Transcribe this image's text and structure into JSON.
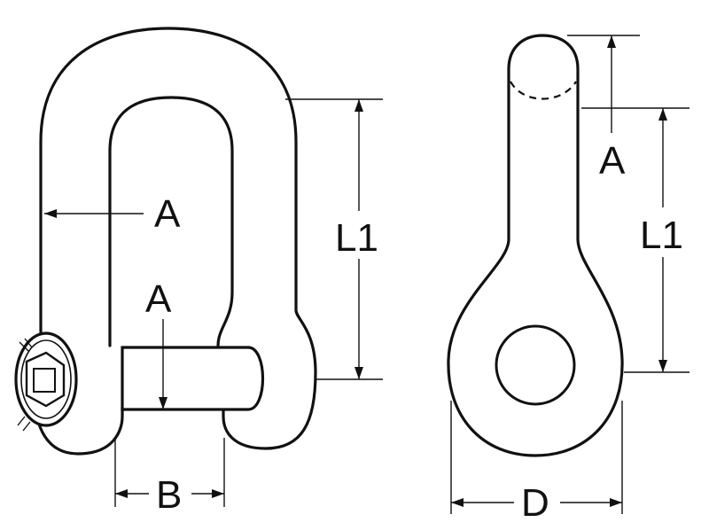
{
  "diagram": {
    "left_view": {
      "labels": {
        "a_top": "A",
        "a_mid": "A",
        "l1": "L1",
        "b": "B"
      }
    },
    "right_view": {
      "labels": {
        "a": "A",
        "l1": "L1",
        "d": "D"
      }
    }
  }
}
